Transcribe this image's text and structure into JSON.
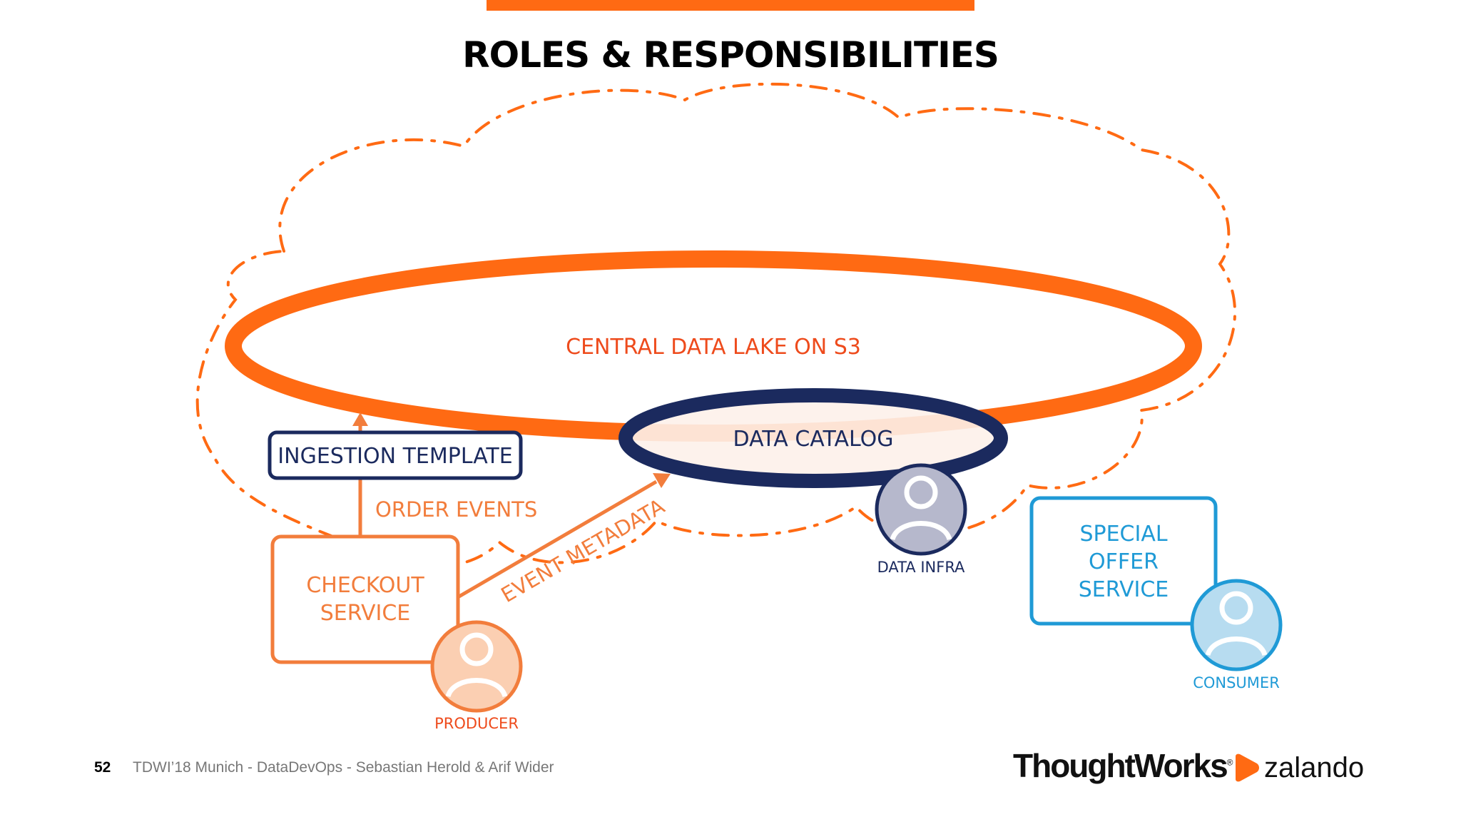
{
  "title": "ROLES & RESPONSIBILITIES",
  "colors": {
    "orange": "#ff6a13",
    "orange_light": "#f27d3c",
    "navy": "#1b2a5e",
    "blue": "#1f9ad6",
    "light_blue_fill": "#b7dcf0",
    "peach_fill": "#fbcfb2",
    "gray_fill": "#b6b8cc"
  },
  "diagram": {
    "lake_label": "CENTRAL DATA LAKE ON S3",
    "catalog_label": "DATA CATALOG",
    "ingestion_label": "INGESTION TEMPLATE",
    "order_events_label": "ORDER EVENTS",
    "event_metadata_label": "EVENT METADATA",
    "checkout_line1": "CHECKOUT",
    "checkout_line2": "SERVICE",
    "special_line1": "SPECIAL",
    "special_line2": "OFFER",
    "special_line3": "SERVICE",
    "producer_label": "PRODUCER",
    "data_infra_label": "DATA INFRA",
    "consumer_label": "CONSUMER"
  },
  "footer": {
    "page_number": "52",
    "text": "TDWI’18 Munich - DataDevOps - Sebastian Herold & Arif Wider",
    "logo_thoughtworks": "ThoughtWorks",
    "logo_thoughtworks_mark": "®",
    "logo_zalando": "zalando"
  }
}
